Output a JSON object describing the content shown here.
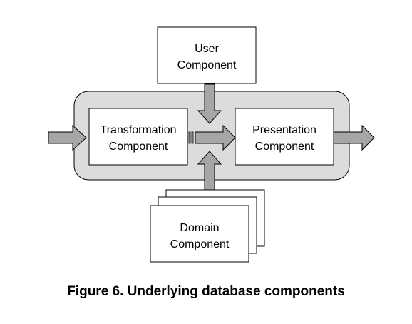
{
  "colors": {
    "container_fill": "#dcdcdc",
    "arrow_fill": "#a6a6a6",
    "box_fill": "#ffffff",
    "stroke": "#000000"
  },
  "components": {
    "user": {
      "line1": "User",
      "line2": "Component"
    },
    "transformation": {
      "line1": "Transformation",
      "line2": "Component"
    },
    "presentation": {
      "line1": "Presentation",
      "line2": "Component"
    },
    "domain": {
      "line1": "Domain",
      "line2": "Component"
    }
  },
  "caption": "Figure 6. Underlying database components"
}
